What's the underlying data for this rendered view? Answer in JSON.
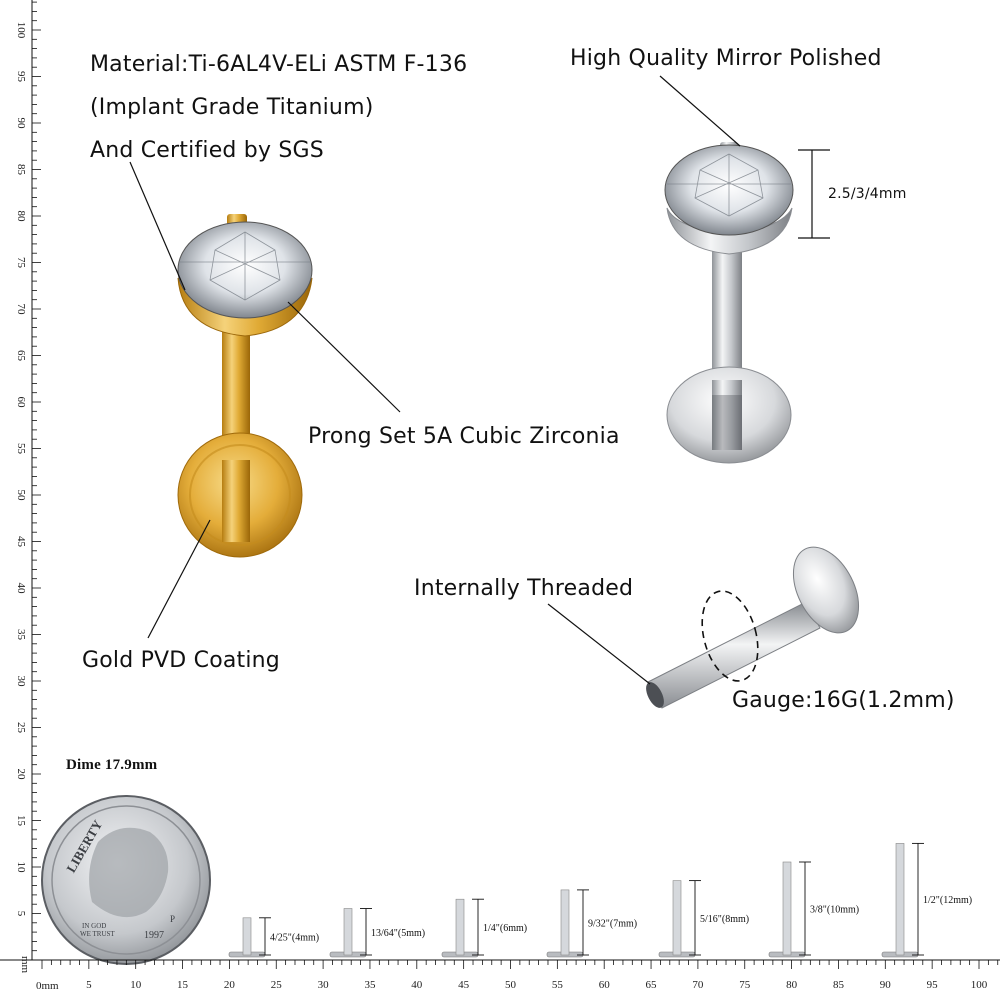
{
  "callouts": {
    "material_line1": "Material:Ti-6AL4V-ELi ASTM F-136",
    "material_line2": "(Implant Grade Titanium)",
    "material_line3": "And Certified by SGS",
    "mirror": "High Quality Mirror Polished",
    "prong": "Prong Set 5A Cubic Zirconia",
    "gold": "Gold PVD Coating",
    "threaded": "Internally Threaded",
    "gauge": "Gauge:16G(1.2mm)",
    "gem_size": "2.5/3/4mm",
    "dime": "Dime 17.9mm"
  },
  "coin": {
    "legend_top": "LIBERTY",
    "in_god": "IN GOD",
    "we_trust": "WE TRUST",
    "mint": "P",
    "year": "1997"
  },
  "bottom_ruler": {
    "unit": "0mm",
    "labels": [
      "5",
      "10",
      "15",
      "20",
      "25",
      "30",
      "35",
      "40",
      "45",
      "50",
      "55",
      "60",
      "65",
      "70",
      "75",
      "80",
      "85",
      "90",
      "95",
      "100"
    ]
  },
  "left_ruler": {
    "unit": "mm",
    "labels": [
      "5",
      "10",
      "15",
      "20",
      "25",
      "30",
      "35",
      "40",
      "45",
      "50",
      "55",
      "60",
      "65",
      "70",
      "75",
      "80",
      "85",
      "90",
      "95",
      "100"
    ]
  },
  "lengths": [
    {
      "label": "4/25\"(4mm)",
      "mm": 4
    },
    {
      "label": "13/64\"(5mm)",
      "mm": 5
    },
    {
      "label": "1/4\"(6mm)",
      "mm": 6
    },
    {
      "label": "9/32\"(7mm)",
      "mm": 7
    },
    {
      "label": "5/16\"(8mm)",
      "mm": 8
    },
    {
      "label": "3/8\"(10mm)",
      "mm": 10
    },
    {
      "label": "1/2\"(12mm)",
      "mm": 12
    }
  ],
  "colors": {
    "gold": "#d9a41e",
    "silver": "#c9ccd0",
    "ink": "#111111"
  }
}
